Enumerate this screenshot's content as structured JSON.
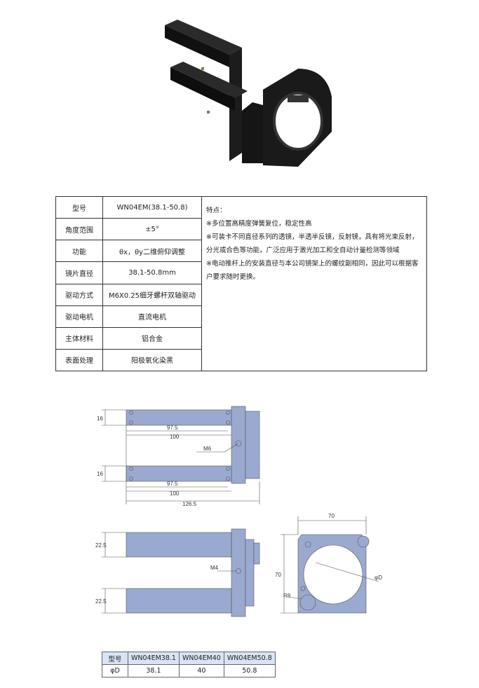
{
  "spec": {
    "rows": [
      {
        "label": "型号",
        "value": "WN04EM(38.1-50.8)"
      },
      {
        "label": "角度范围",
        "value": "±5°"
      },
      {
        "label": "功能",
        "value": "θx，θy二维俯仰调整"
      },
      {
        "label": "镜片直径",
        "value": "38.1-50.8mm"
      },
      {
        "label": "驱动方式",
        "value": "M6X0.25细牙螺杆双轴驱动"
      },
      {
        "label": "驱动电机",
        "value": "直流电机"
      },
      {
        "label": "主体材料",
        "value": "铝合金"
      },
      {
        "label": "表面处理",
        "value": "阳极氧化染黑"
      }
    ],
    "features_title": "特点：",
    "features": [
      "※多位置高精度弹簧复位，稳定性高",
      "※可装卡不同直径系列的透镜，半透半反镜，反射镜，具有将光束反射，分光或合色等功能，广泛应用于激光加工和全自动计量检测等领域",
      "※电动推杆上的安装直径与本公司镜架上的螺纹副相同，因此可以根据客户要求随时更换。"
    ]
  },
  "drawing": {
    "dims": {
      "d16a": "16",
      "d975a": "97.5",
      "d100a": "100",
      "m6": "M6",
      "d16b": "16",
      "d975b": "97.5",
      "d100b": "100",
      "d1265": "126.5",
      "d225a": "22.5",
      "m4": "M4",
      "d225b": "22.5",
      "d70w": "70",
      "d70h": "70",
      "r8": "R8",
      "phid": "φD"
    }
  },
  "models": {
    "header": [
      "型号",
      "WN04EM38.1",
      "WN04EM40",
      "WN04EM50.8"
    ],
    "row": [
      "φD",
      "38.1",
      "40",
      "50.8"
    ]
  },
  "colors": {
    "metal_blue": "#9aa9cf",
    "black_anodized": "#121212"
  }
}
